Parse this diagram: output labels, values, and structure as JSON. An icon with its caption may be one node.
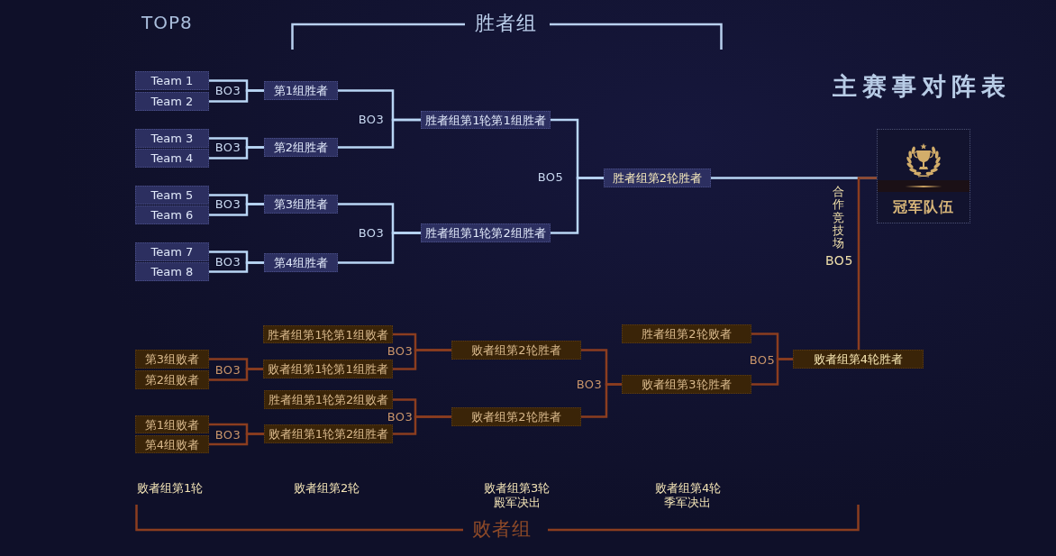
{
  "diagram": {
    "title": "主赛事对阵表",
    "nodes": [
      {
        "text": [
          "Team 1"
        ]
      },
      {
        "text": [
          "Team 2"
        ]
      },
      {
        "text": [
          "Team 3"
        ]
      },
      {
        "text": [
          "Team 4"
        ]
      },
      {
        "text": [
          "Team 5"
        ]
      },
      {
        "text": [
          "Team 6"
        ]
      },
      {
        "text": [
          "Team 7"
        ]
      },
      {
        "text": [
          "Team 8"
        ]
      },
      {
        "text": [
          "第1组胜者"
        ]
      },
      {
        "text": [
          "第2组胜者"
        ]
      },
      {
        "text": [
          "第3组胜者"
        ]
      },
      {
        "text": [
          "第4组胜者"
        ]
      },
      {
        "text": [
          "胜者组第1轮第1组胜者"
        ]
      },
      {
        "text": [
          "胜者组第1轮第2组胜者"
        ]
      },
      {
        "text": [
          "胜者组第2轮胜者"
        ]
      },
      {
        "text": [
          "冠军队伍"
        ]
      },
      {
        "text": [
          "第3组败者"
        ]
      },
      {
        "text": [
          "第2组败者"
        ]
      },
      {
        "text": [
          "第1组败者"
        ]
      },
      {
        "text": [
          "第4组败者"
        ]
      },
      {
        "text": [
          "胜者组第1轮第1组败者"
        ]
      },
      {
        "text": [
          "败者组第1轮第1组胜者"
        ]
      },
      {
        "text": [
          "胜者组第1轮第2组败者"
        ]
      },
      {
        "text": [
          "败者组第1轮第2组胜者"
        ]
      },
      {
        "text": [
          "败者组第2轮胜者"
        ]
      },
      {
        "text": [
          "败者组第2轮胜者"
        ]
      },
      {
        "text": [
          "胜者组第2轮败者"
        ]
      },
      {
        "text": [
          "败者组第3轮胜者"
        ]
      },
      {
        "text": [
          "败者组第4轮胜者"
        ]
      }
    ],
    "edges": [
      {
        "from": 0,
        "to": 8,
        "arrow": "none",
        "label": "BO3"
      },
      {
        "from": 1,
        "to": 8,
        "arrow": "none"
      },
      {
        "from": 2,
        "to": 9,
        "arrow": "none",
        "label": "BO3"
      },
      {
        "from": 3,
        "to": 9,
        "arrow": "none"
      },
      {
        "from": 4,
        "to": 10,
        "arrow": "none",
        "label": "BO3"
      },
      {
        "from": 5,
        "to": 10,
        "arrow": "none"
      },
      {
        "from": 6,
        "to": 11,
        "arrow": "none",
        "label": "BO3"
      },
      {
        "from": 7,
        "to": 11,
        "arrow": "none"
      },
      {
        "from": 8,
        "to": 12,
        "arrow": "none",
        "label": "BO3"
      },
      {
        "from": 9,
        "to": 12,
        "arrow": "none"
      },
      {
        "from": 10,
        "to": 13,
        "arrow": "none",
        "label": "BO3"
      },
      {
        "from": 11,
        "to": 13,
        "arrow": "none"
      },
      {
        "from": 12,
        "to": 14,
        "arrow": "none",
        "label": "BO5"
      },
      {
        "from": 13,
        "to": 14,
        "arrow": "none"
      },
      {
        "from": 14,
        "to": 15,
        "arrow": "none"
      },
      {
        "from": 16,
        "to": 21,
        "arrow": "none",
        "label": "BO3",
        "color": "#8b3d1f"
      },
      {
        "from": 17,
        "to": 21,
        "arrow": "none",
        "color": "#8b3d1f"
      },
      {
        "from": 18,
        "to": 23,
        "arrow": "none",
        "label": "BO3",
        "color": "#8b3d1f"
      },
      {
        "from": 19,
        "to": 23,
        "arrow": "none",
        "color": "#8b3d1f"
      },
      {
        "from": 20,
        "to": 24,
        "arrow": "none",
        "label": "BO3",
        "color": "#8b3d1f"
      },
      {
        "from": 21,
        "to": 24,
        "arrow": "none",
        "color": "#8b3d1f"
      },
      {
        "from": 22,
        "to": 25,
        "arrow": "none",
        "label": "BO3",
        "color": "#8b3d1f"
      },
      {
        "from": 23,
        "to": 25,
        "arrow": "none",
        "color": "#8b3d1f"
      },
      {
        "from": 24,
        "to": 27,
        "arrow": "none",
        "label": "BO3",
        "color": "#8b3d1f"
      },
      {
        "from": 25,
        "to": 27,
        "arrow": "none",
        "color": "#8b3d1f"
      },
      {
        "from": 26,
        "to": 28,
        "arrow": "none",
        "label": "BO5",
        "color": "#8b3d1f"
      },
      {
        "from": 27,
        "to": 28,
        "arrow": "none",
        "color": "#8b3d1f"
      },
      {
        "from": 28,
        "to": 15,
        "arrow": "none",
        "label": "合作竞技场",
        "color": "#8b3d1f"
      }
    ],
    "labels": [
      "TOP8",
      "胜者组",
      "BO5",
      "败者组第1轮",
      "败者组第2轮",
      "败者组第3轮",
      "殿军决出",
      "败者组第4轮",
      "季军决出",
      "败者组"
    ]
  }
}
